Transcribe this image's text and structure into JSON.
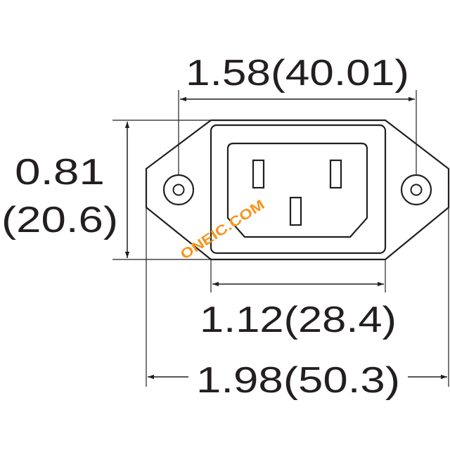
{
  "dimensions": {
    "top_width": "1.58(40.01)",
    "height_in": "0.81",
    "height_mm": "(20.6)",
    "inner_width": "1.12(28.4)",
    "overall_width": "1.98(50.3)"
  },
  "watermark": {
    "text": "ONEIC.COM",
    "color": "#f7941d"
  },
  "colors": {
    "line": "#231f20",
    "background": "#ffffff"
  }
}
